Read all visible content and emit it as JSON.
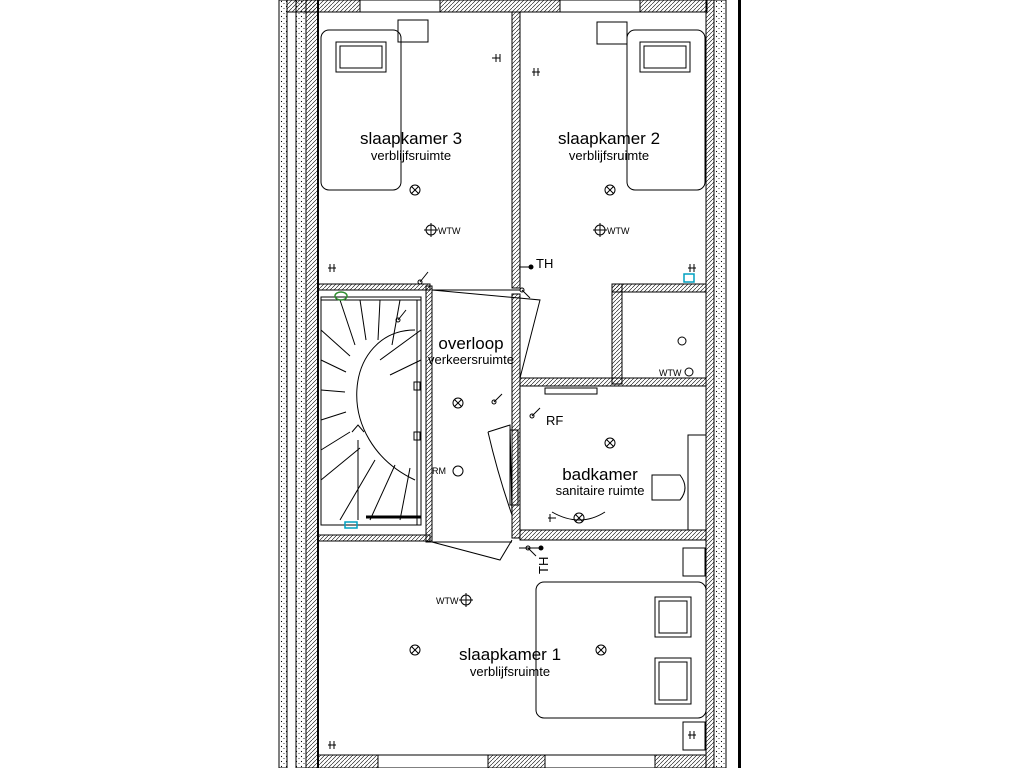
{
  "rooms": [
    {
      "name": "slaapkamer 3",
      "type": "verblijfsruimte"
    },
    {
      "name": "slaapkamer 2",
      "type": "verblijfsruimte"
    },
    {
      "name": "overloop",
      "type": "verkeersruimte"
    },
    {
      "name": "badkamer",
      "type": "sanitaire ruimte"
    },
    {
      "name": "slaapkamer 1",
      "type": "verblijfsruimte"
    }
  ],
  "symbols": {
    "wtw": "WTW",
    "th": "TH",
    "rf": "RF",
    "rm": "RM"
  },
  "colors": {
    "line": "#000000",
    "accent": "#00a0c0",
    "green": "#2e8b2e"
  }
}
